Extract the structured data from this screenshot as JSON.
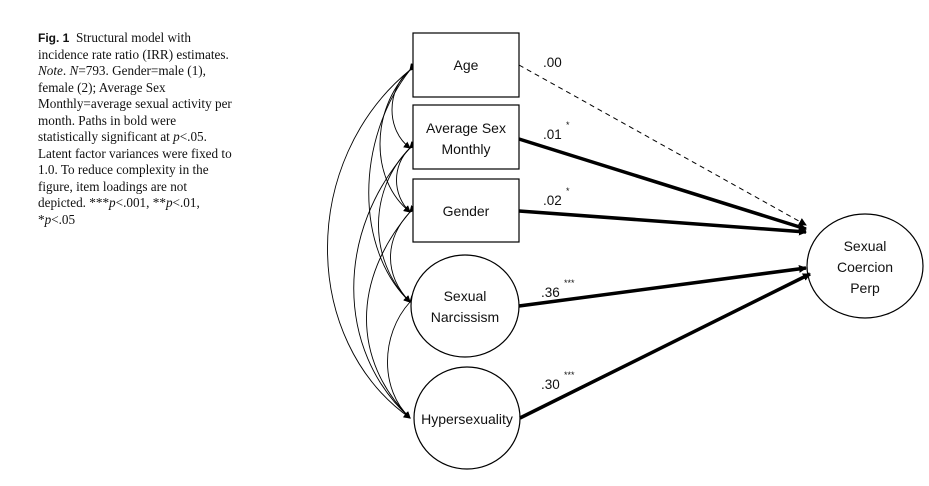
{
  "caption": {
    "label": "Fig. 1",
    "text_1": "Structural model with incidence rate ratio (IRR) estimates. ",
    "note_label": "Note",
    "text_2": ". ",
    "n_label": "N",
    "text_3": "=793. Gender=male (1), female (2); Average Sex Monthly=average sexual activity per month. Paths in bold were statistically significant at ",
    "p_label": "p",
    "text_4": "<.05. Latent factor variances were fixed to 1.0. To reduce complexity in the figure, item loadings are not depicted. ***",
    "p1": "p",
    "text_5": "<.001, **",
    "p2": "p",
    "text_6": "<.01, *",
    "p3": "p",
    "text_7": "<.05"
  },
  "nodes": {
    "age": "Age",
    "avg_sex_line1": "Average Sex",
    "avg_sex_line2": "Monthly",
    "gender": "Gender",
    "narc_line1": "Sexual",
    "narc_line2": "Narcissism",
    "hyper": "Hypersexuality",
    "outcome_line1": "Sexual",
    "outcome_line2": "Coercion",
    "outcome_line3": "Perp"
  },
  "paths": [
    {
      "from": "Age",
      "coef": ".00",
      "sig": "",
      "significant": false
    },
    {
      "from": "Average Sex Monthly",
      "coef": ".01",
      "sig": "*",
      "significant": true
    },
    {
      "from": "Gender",
      "coef": ".02",
      "sig": "*",
      "significant": true
    },
    {
      "from": "Sexual Narcissism",
      "coef": ".36",
      "sig": "***",
      "significant": true
    },
    {
      "from": "Hypersexuality",
      "coef": ".30",
      "sig": "***",
      "significant": true
    }
  ]
}
